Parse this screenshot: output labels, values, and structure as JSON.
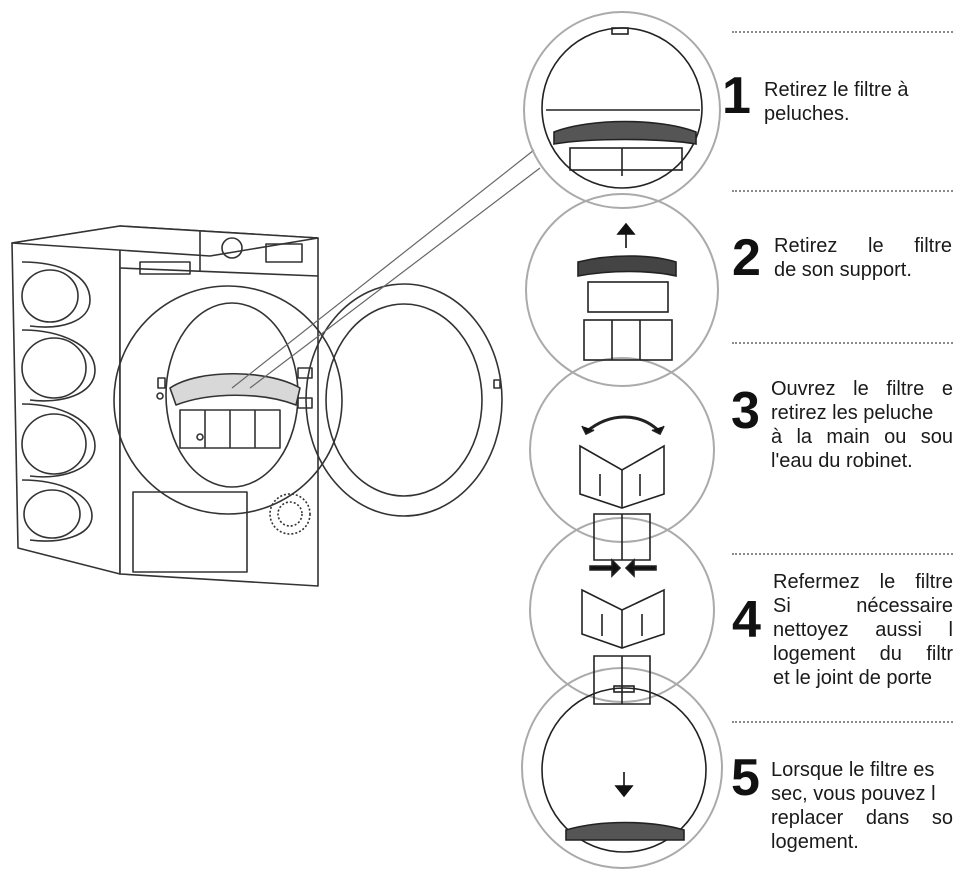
{
  "steps": [
    {
      "number": "1",
      "lines": [
        "Retirez le filtre à",
        "peluches."
      ]
    },
    {
      "number": "2",
      "lines": [
        "Retirez le filtre",
        "de son support."
      ]
    },
    {
      "number": "3",
      "lines": [
        "Ouvrez le filtre e",
        "retirez les peluche",
        "à la main ou sou",
        "l'eau du robinet."
      ]
    },
    {
      "number": "4",
      "lines": [
        "Refermez le filtre",
        "Si nécessaire",
        "nettoyez aussi l",
        "logement du filtr",
        "et le joint de porte"
      ]
    },
    {
      "number": "5",
      "lines": [
        "Lorsque le filtre es",
        "sec, vous pouvez l",
        "replacer dans so",
        "logement."
      ]
    }
  ]
}
